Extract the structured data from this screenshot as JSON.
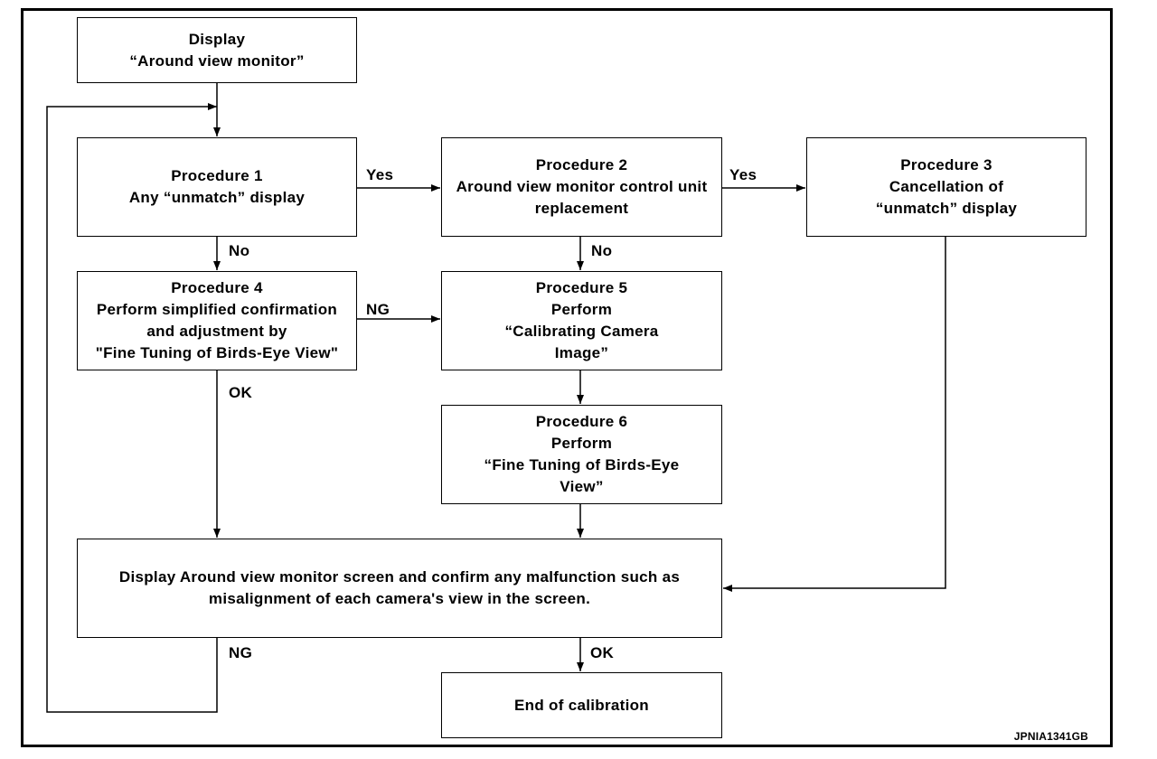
{
  "boxes": {
    "display": "Display\n“Around view monitor”",
    "proc1": "Procedure 1\nAny “unmatch” display",
    "proc2": "Procedure 2\nAround view monitor control unit\nreplacement",
    "proc3": "Procedure 3\nCancellation of\n“unmatch” display",
    "proc4": "Procedure 4\nPerform simplified confirmation\nand adjustment by\n\"Fine Tuning of  Birds-Eye View\"",
    "proc5": "Procedure 5\nPerform\n“Calibrating Camera\nImage”",
    "proc6": "Procedure 6\nPerform\n“Fine Tuning of  Birds-Eye\nView”",
    "confirm": "Display Around view monitor screen and confirm any malfunction such as\nmisalignment of each camera's view in the screen.",
    "end": "End of calibration"
  },
  "labels": {
    "p1_yes": "Yes",
    "p2_yes": "Yes",
    "p1_no": "No",
    "p2_no": "No",
    "p4_ng": "NG",
    "p4_ok": "OK",
    "confirm_ng": "NG",
    "confirm_ok": "OK"
  },
  "figure_code": "JPNIA1341GB"
}
